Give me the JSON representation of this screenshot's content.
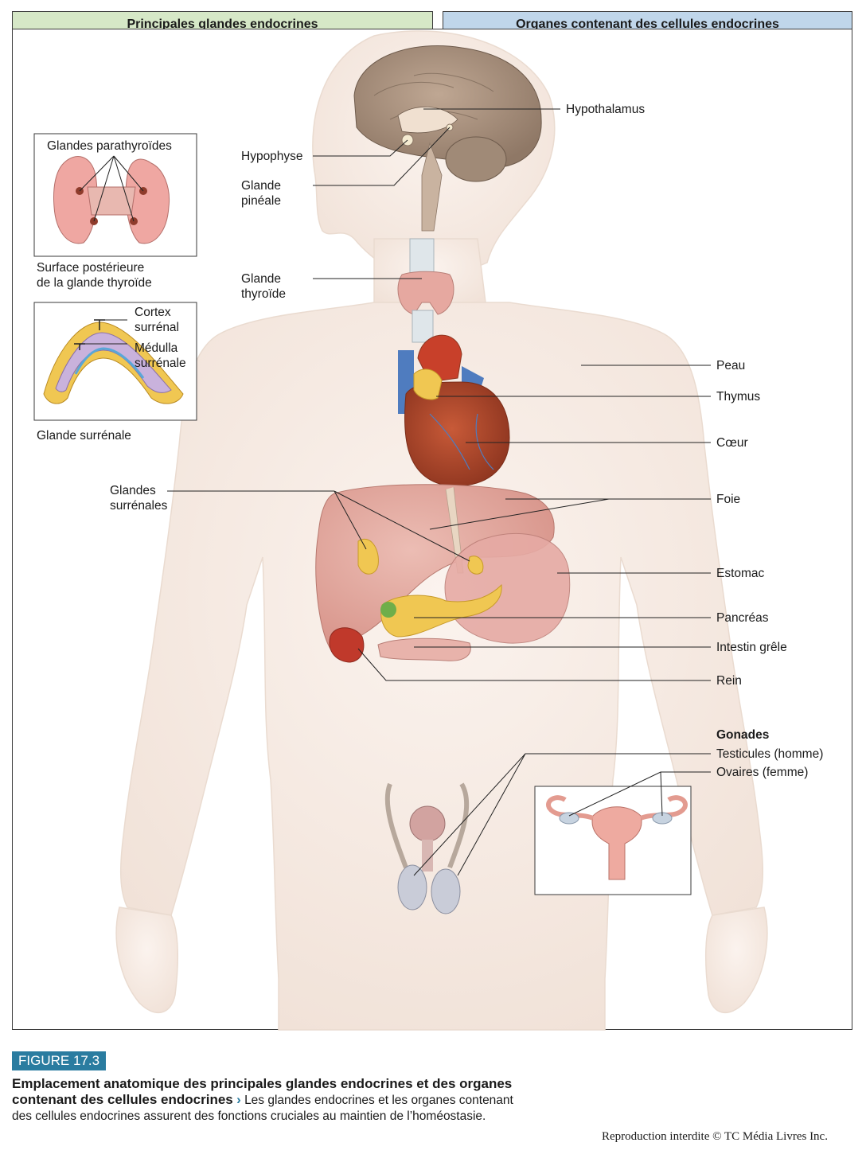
{
  "header": {
    "left_tab": "Principales glandes endocrines",
    "right_tab": "Organes contenant des cellules endocrines"
  },
  "labels": {
    "hypothalamus": "Hypothalamus",
    "hypophyse": "Hypophyse",
    "glande_pineale_1": "Glande",
    "glande_pineale_2": "pinéale",
    "glande_thyroide_1": "Glande",
    "glande_thyroide_2": "thyroïde",
    "peau": "Peau",
    "thymus": "Thymus",
    "coeur": "Cœur",
    "glandes_surrenales_1": "Glandes",
    "glandes_surrenales_2": "surrénales",
    "foie": "Foie",
    "estomac": "Estomac",
    "pancreas": "Pancréas",
    "intestin_grele": "Intestin grêle",
    "rein": "Rein",
    "gonades": "Gonades",
    "testicules": "Testicules (homme)",
    "ovaires": "Ovaires (femme)"
  },
  "insets": {
    "parathyroid_title": "Glandes parathyroïdes",
    "parathyroid_caption_1": "Surface postérieure",
    "parathyroid_caption_2": "de la glande thyroïde",
    "adrenal_cortex_1": "Cortex",
    "adrenal_cortex_2": "surrénal",
    "adrenal_medulla_1": "Médulla",
    "adrenal_medulla_2": "surrénale",
    "adrenal_caption": "Glande surrénale"
  },
  "figure": {
    "badge": "FIGURE 17.3",
    "title_line1": "Emplacement anatomique des principales glandes endocrines et des organes",
    "title_line2": "contenant des cellules endocrines",
    "arrow": "›",
    "text_line1": "Les glandes endocrines et les organes contenant",
    "text_line2": "des cellules endocrines assurent des fonctions cruciales au maintien de l’homéostasie."
  },
  "copyright": "Reproduction interdite © TC Média Livres Inc.",
  "colors": {
    "left_tab": "#d6e8c7",
    "right_tab": "#c0d6ea",
    "badge": "#2a7ca0",
    "skin": "#f6ebe4",
    "brain": "#a58f7c",
    "heart": "#b84a2c",
    "liver": "#dca39a",
    "pancreas": "#f0c752",
    "thyroid": "#e6a8a0"
  }
}
